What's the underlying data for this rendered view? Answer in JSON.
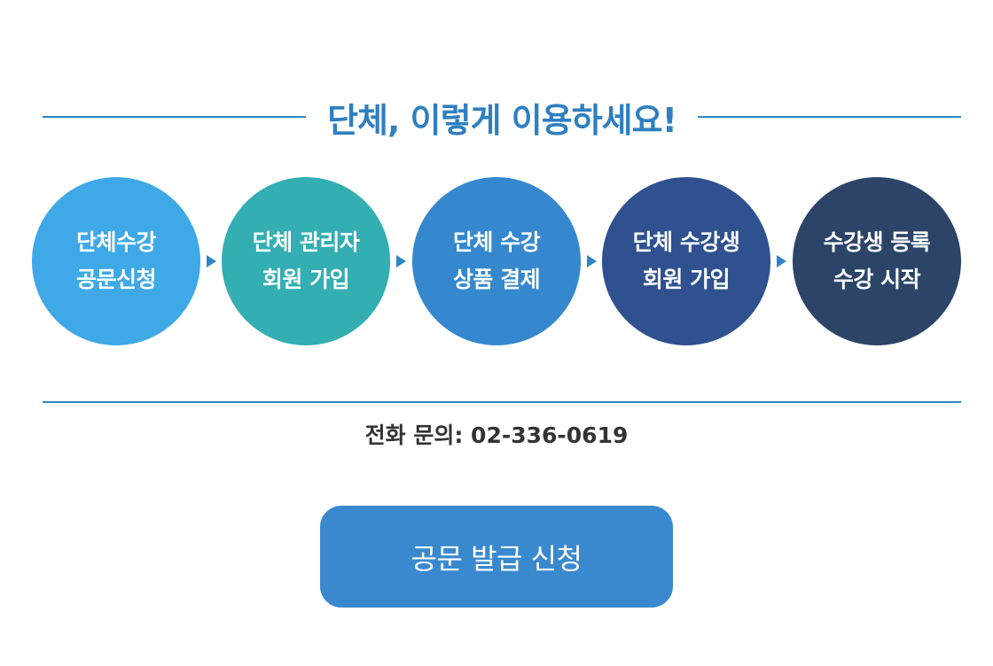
{
  "title": "단체, 이렇게 이용하세요!",
  "steps": [
    {
      "line1": "단체수강",
      "line2": "공문신청",
      "color": "#3fa9e8"
    },
    {
      "line1": "단체 관리자",
      "line2": "회원 가입",
      "color": "#33aeb2"
    },
    {
      "line1": "단체 수강",
      "line2": "상품 결제",
      "color": "#3588cd"
    },
    {
      "line1": "단체 수강생",
      "line2": "회원 가입",
      "color": "#2f5190"
    },
    {
      "line1": "수강생 등록",
      "line2": "수강 시작",
      "color": "#2b4468"
    }
  ],
  "contact": {
    "phone_text": "전화 문의: 02-336-0619"
  },
  "cta": {
    "label": "공문 발급 신청",
    "color": "#3a89cf"
  },
  "colors": {
    "accent": "#2f86c5",
    "title": "#2f7fc0"
  },
  "icons": {
    "step_arrow": "triangle-right-icon"
  }
}
